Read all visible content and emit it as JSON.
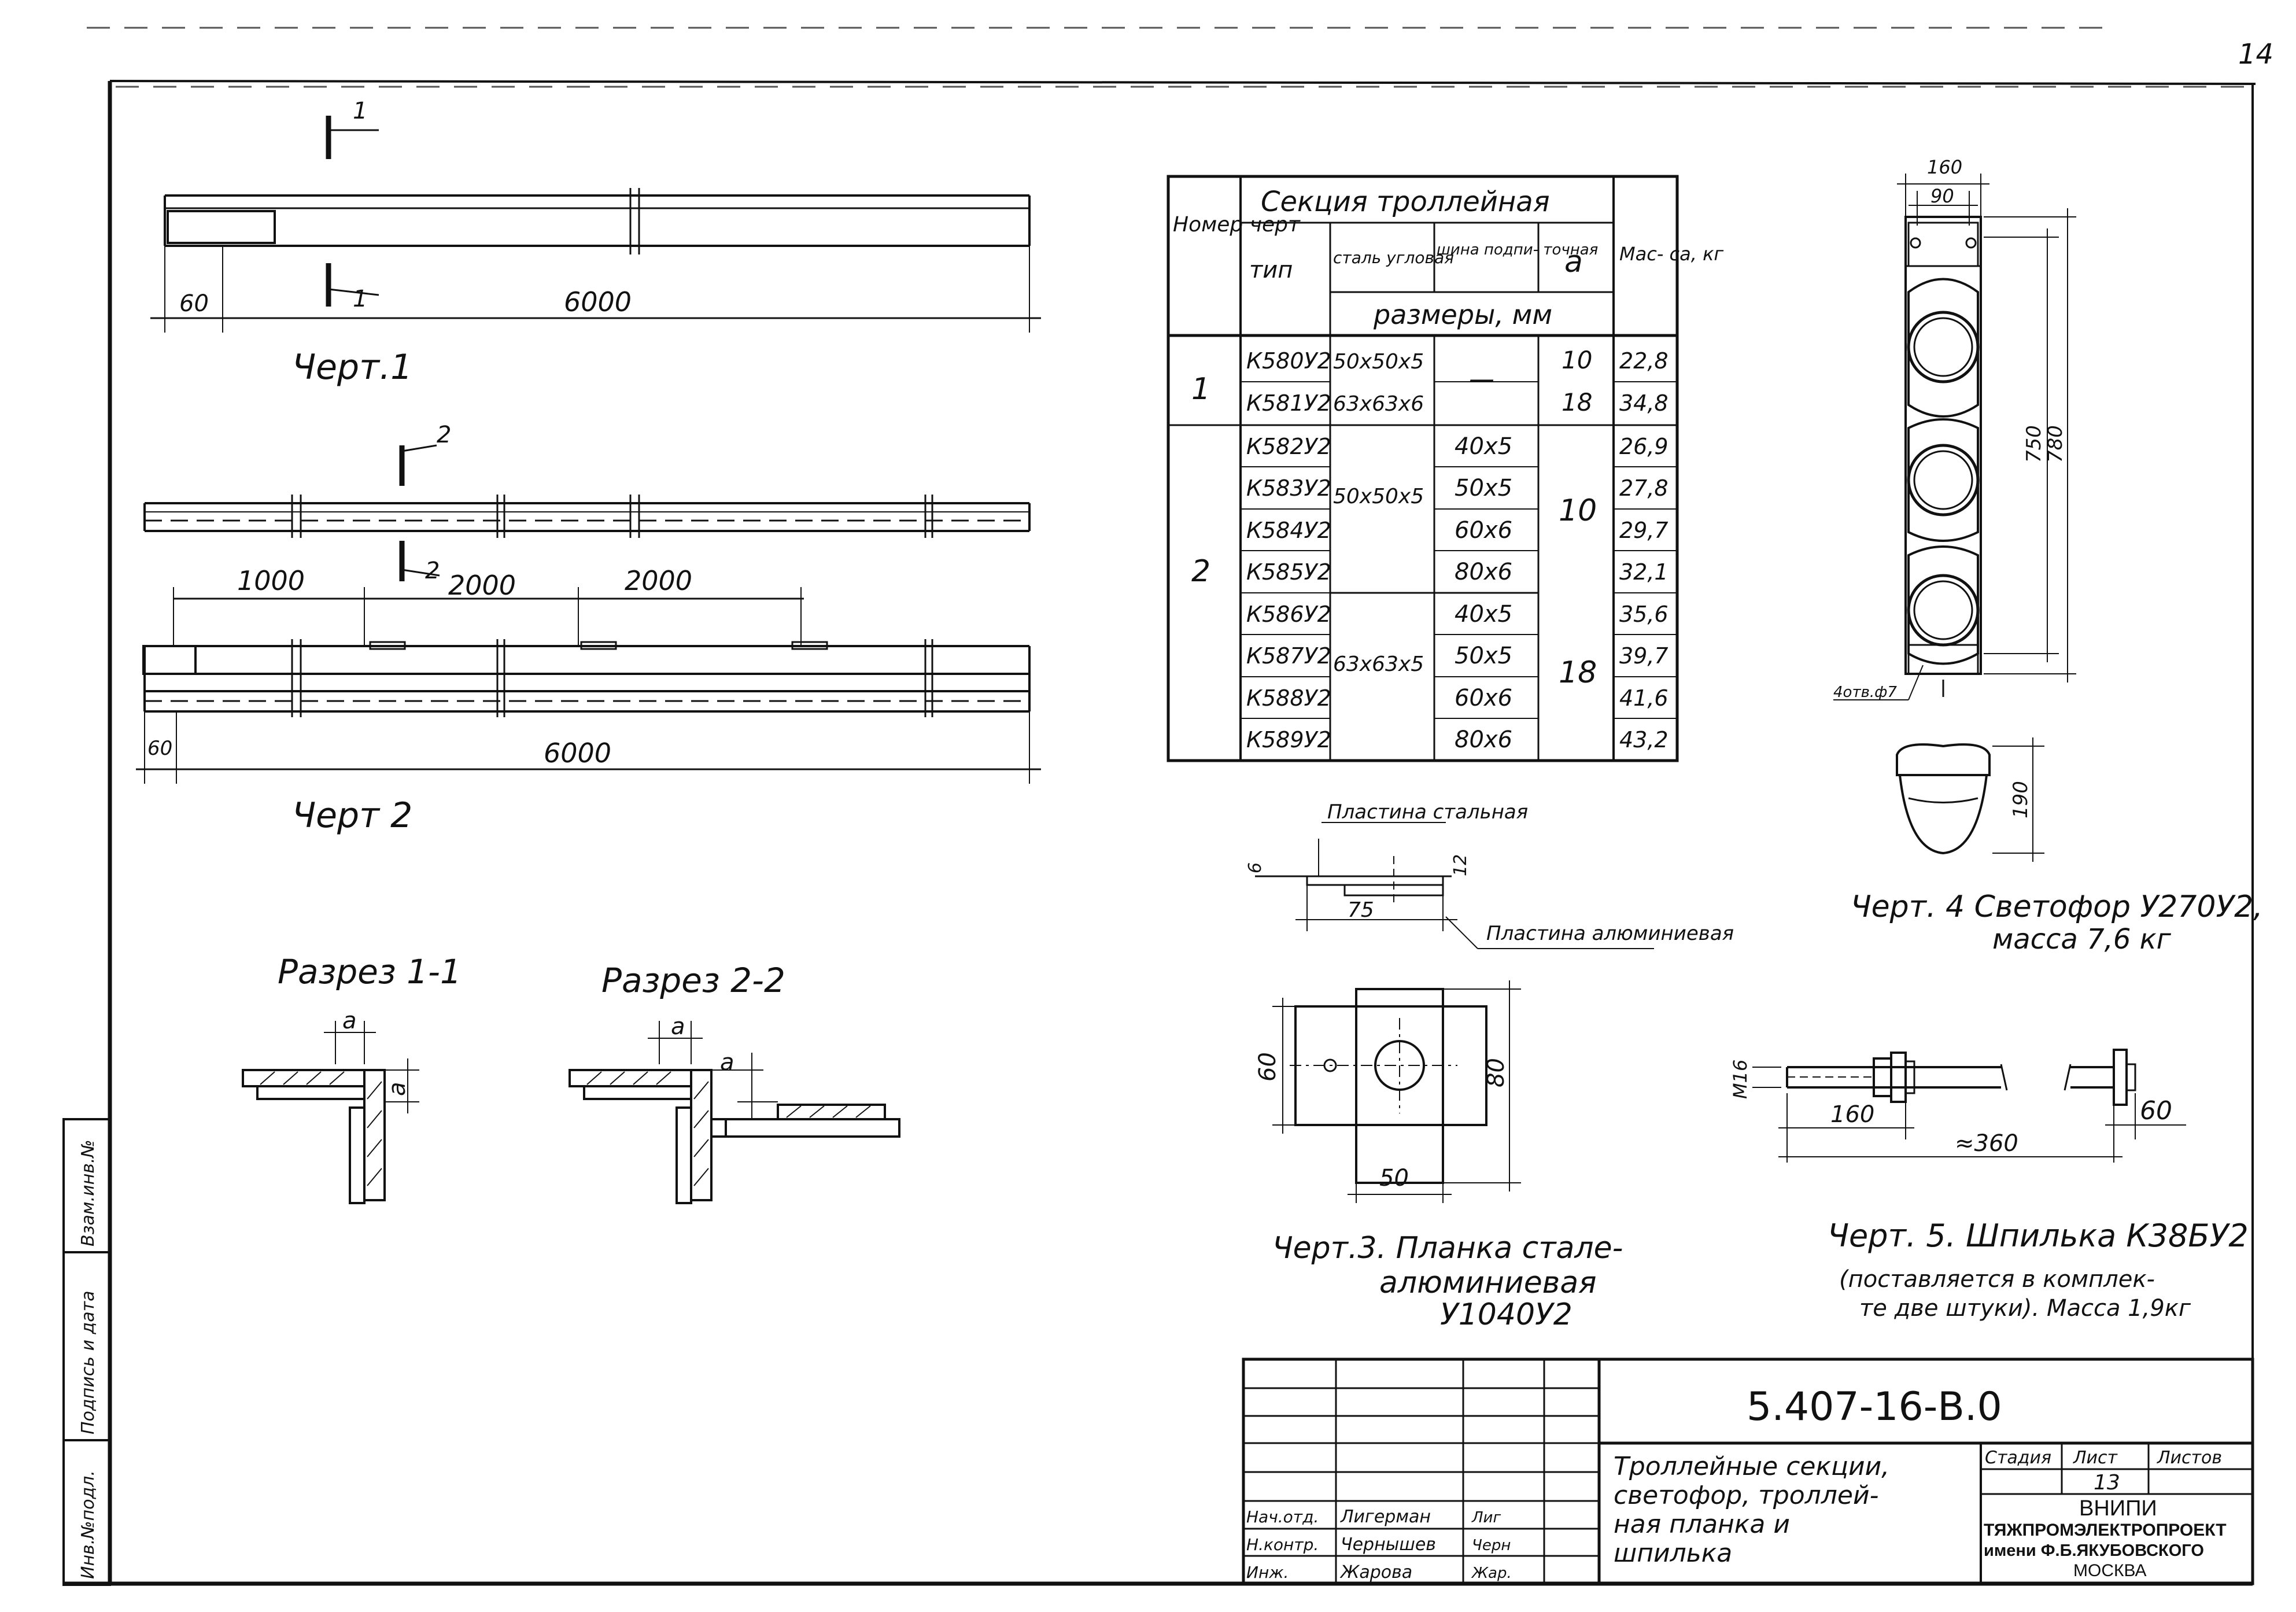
{
  "page_number": "14",
  "side_stamp": {
    "cells": [
      "Инв.№подл.",
      "Подпись и дата",
      "Взам.инв.№"
    ]
  },
  "drawing1": {
    "caption": "Черт.1",
    "section_mark": "1",
    "dims": [
      "60",
      "6000"
    ]
  },
  "drawing2": {
    "caption": "Черт 2",
    "section_mark": "2",
    "dims": [
      "1000",
      "2000",
      "2000",
      "60",
      "6000"
    ]
  },
  "section11": {
    "title": "Разрез 1-1",
    "dim": "a"
  },
  "section22": {
    "title": "Разрез 2-2",
    "dim": "a"
  },
  "table": {
    "h_nomer": "Номер черт",
    "h_section": "Секция троллейная",
    "h_tip": "тип",
    "h_steel": "сталь угловая",
    "h_shina": "шина подпи- точная",
    "h_a": "a",
    "h_mass": "Мас- са, кг",
    "h_sizes": "размеры, мм",
    "rows": [
      {
        "ch": "1",
        "tip": "К580У2",
        "steel": "50x50x5",
        "shina": "—",
        "a": "10",
        "mass": "22,8"
      },
      {
        "ch": "",
        "tip": "К581У2",
        "steel": "63x63x6",
        "shina": "",
        "a": "18",
        "mass": "34,8"
      },
      {
        "ch": "2",
        "tip": "К582У2",
        "steel": "50x50x5",
        "shina": "40x5",
        "a": "10",
        "mass": "26,9"
      },
      {
        "ch": "",
        "tip": "К583У2",
        "steel": "",
        "shina": "50x5",
        "a": "",
        "mass": "27,8"
      },
      {
        "ch": "",
        "tip": "К584У2",
        "steel": "",
        "shina": "60x6",
        "a": "",
        "mass": "29,7"
      },
      {
        "ch": "",
        "tip": "К585У2",
        "steel": "",
        "shina": "80x6",
        "a": "",
        "mass": "32,1"
      },
      {
        "ch": "",
        "tip": "К586У2",
        "steel": "63x63x5",
        "shina": "40x5",
        "a": "18",
        "mass": "35,6"
      },
      {
        "ch": "",
        "tip": "К587У2",
        "steel": "",
        "shina": "50x5",
        "a": "",
        "mass": "39,7"
      },
      {
        "ch": "",
        "tip": "К588У2",
        "steel": "",
        "shina": "60x6",
        "a": "",
        "mass": "41,6"
      },
      {
        "ch": "",
        "tip": "К589У2",
        "steel": "",
        "shina": "80x6",
        "a": "",
        "mass": "43,2"
      }
    ]
  },
  "drawing3": {
    "label_steel": "Пластина стальная",
    "label_alum": "Пластина алюминиевая",
    "dims": [
      "6",
      "12",
      "75",
      "60",
      "80",
      "50"
    ],
    "caption_line1": "Черт.3. Планка стале-",
    "caption_line2": "алюминиевая",
    "caption_line3": "У1040У2"
  },
  "drawing4": {
    "dims": [
      "160",
      "90",
      "750",
      "780",
      "190"
    ],
    "hole_note": "4отв.ф7",
    "caption_line1": "Черт. 4 Светофор У270У2,",
    "caption_line2": "масса 7,6 кг"
  },
  "drawing5": {
    "dims": [
      "М16",
      "160",
      "≈360",
      "60"
    ],
    "caption_line1": "Черт. 5. Шпилька К38БУ2",
    "caption_line2": "(поставляется в комплек-",
    "caption_line3": "те две штуки). Масса 1,9кг"
  },
  "title_block": {
    "doc_code": "5.407-16-В.0",
    "title_line1": "Троллейные секции,",
    "title_line2": "светофор, троллей-",
    "title_line3": "ная планка и",
    "title_line4": "шпилька",
    "stage_label": "Стадия",
    "sheet_label": "Лист",
    "sheets_label": "Листов",
    "sheet_no": "13",
    "org_line1": "ВНИПИ",
    "org_line2": "ТЯЖПРОМЭЛЕКТРОПРОЕКТ",
    "org_line3": "имени Ф.Б.ЯКУБОВСКОГО",
    "org_line4": "МОСКВА",
    "signers": [
      {
        "role": "Нач.отд.",
        "name": "Лигерман",
        "sig": "Лиг"
      },
      {
        "role": "Н.контр.",
        "name": "Чернышев",
        "sig": "Черн"
      },
      {
        "role": "Инж.",
        "name": "Жарова",
        "sig": "Жар."
      }
    ]
  }
}
